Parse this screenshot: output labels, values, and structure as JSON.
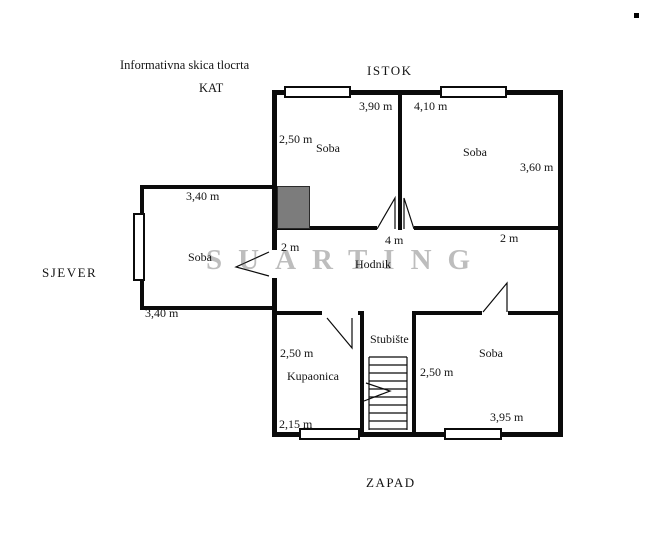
{
  "header": {
    "title": "Informativna skica tlocrta",
    "floor_label": "KAT"
  },
  "compass": {
    "east": "ISTOK",
    "north": "SJEVER",
    "west": "ZAPAD"
  },
  "watermark": "SUARTING",
  "rooms": {
    "soba_top_left": {
      "name": "Soba",
      "width": "3,90 m",
      "height": "2,50 m"
    },
    "soba_top_right": {
      "name": "Soba",
      "width": "4,10 m",
      "height": "3,60 m"
    },
    "soba_left": {
      "name": "Soba",
      "width_top": "3,40 m",
      "width_bottom": "3,40 m"
    },
    "hodnik": {
      "name": "Hodnik",
      "seg_left": "2 m",
      "seg_center": "4 m",
      "seg_right": "2 m"
    },
    "kupaonica": {
      "name": "Kupaonica",
      "height": "2,50 m",
      "width": "2,15 m"
    },
    "stubiste": {
      "name": "Stubište"
    },
    "soba_right": {
      "name": "Soba",
      "height": "2,50 m",
      "width": "3,95 m"
    }
  }
}
